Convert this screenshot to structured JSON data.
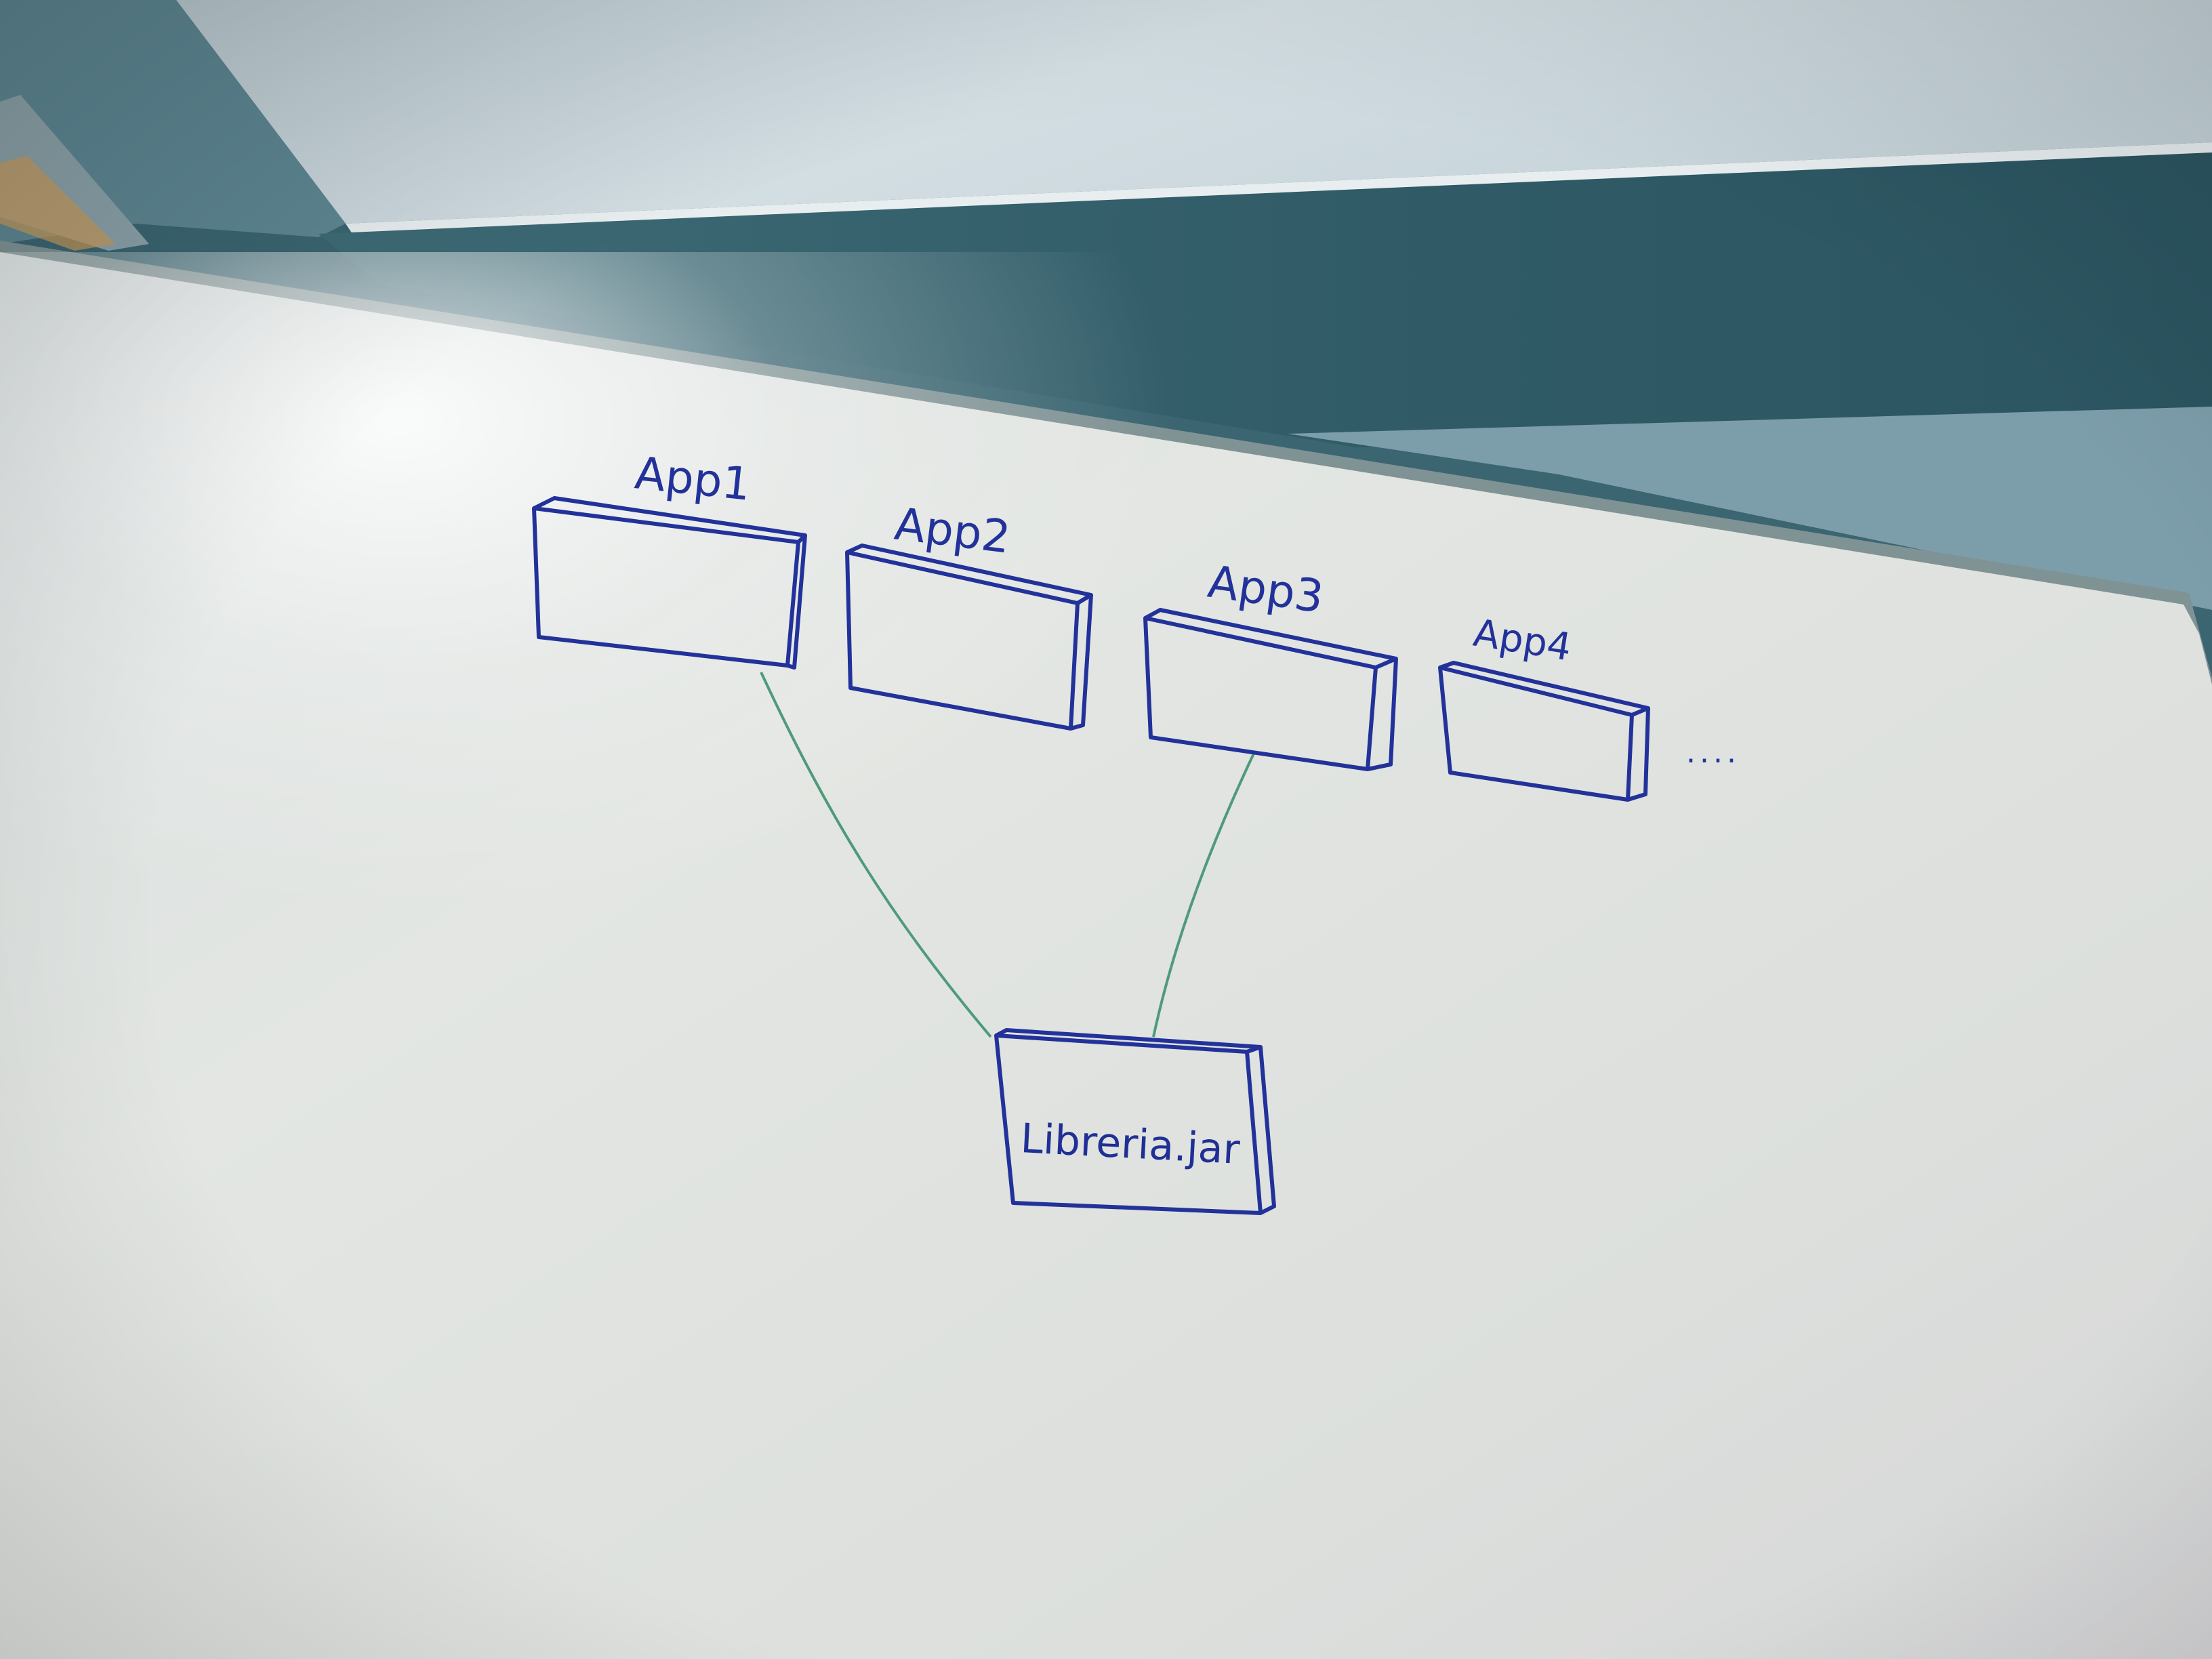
{
  "photo": {
    "subject": "whiteboard-sketch",
    "colors": {
      "wall_light": "#c9d6dc",
      "wall_dark": "#2f5964",
      "board": "#e4e8e6",
      "board_frame": "#8fa0a2",
      "marker_blue": "#22329a",
      "marker_green": "#4f9a7c"
    }
  },
  "diagram": {
    "apps": [
      {
        "label": "App1"
      },
      {
        "label": "App2"
      },
      {
        "label": "App3"
      },
      {
        "label": "App4"
      }
    ],
    "ellipsis": "....",
    "library": {
      "label": "Libreria.jar"
    },
    "connections": [
      {
        "from": "App1",
        "to": "Libreria.jar"
      },
      {
        "from": "App3",
        "to": "Libreria.jar"
      }
    ]
  }
}
